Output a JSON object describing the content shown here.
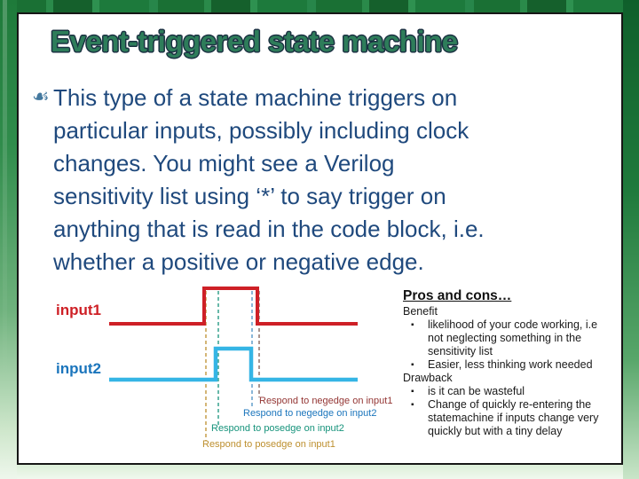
{
  "slide": {
    "title": "Event-triggered state machine",
    "bullet_icon": "☙",
    "body_text": "This type of a state machine triggers on\nparticular inputs, possibly including clock\nchanges. You might see a Verilog\nsensitivity list using ‘*’ to say trigger on\nanything that is read in the code block, i.e.\nwhether a positive or negative edge.",
    "body_color": "#1f497d",
    "title_color": "#2e7d5a"
  },
  "diagram": {
    "signals": [
      {
        "name": "input1",
        "color": "#ce2026",
        "line_color": "#ce2026"
      },
      {
        "name": "input2",
        "color": "#1b75bc",
        "line_color": "#35b5e5"
      }
    ],
    "annotations": [
      {
        "text": "Respond to negedge on input1",
        "color": "#943634"
      },
      {
        "text": "Respond to negedge on input2",
        "color": "#1b75bc"
      },
      {
        "text": "Respond to posedge on input2",
        "color": "#16937b"
      },
      {
        "text": "Respond to posedge on input1",
        "color": "#bd8f2e"
      }
    ]
  },
  "proscons": {
    "heading": "Pros and cons…",
    "bullet": "▪",
    "items": [
      {
        "type": "plain",
        "text": "Benefit"
      },
      {
        "type": "bullet",
        "text": "likelihood of your code working, i.e\nnot neglecting something in the\nsensitivity list"
      },
      {
        "type": "bullet",
        "text": "Easier, less thinking work needed"
      },
      {
        "type": "plain",
        "text": "Drawback"
      },
      {
        "type": "bullet",
        "text": "is it can be wasteful"
      },
      {
        "type": "bullet",
        "text": "Change of quickly re-entering the\nstatemachine if inputs change very\nquickly but with a tiny delay"
      }
    ]
  }
}
